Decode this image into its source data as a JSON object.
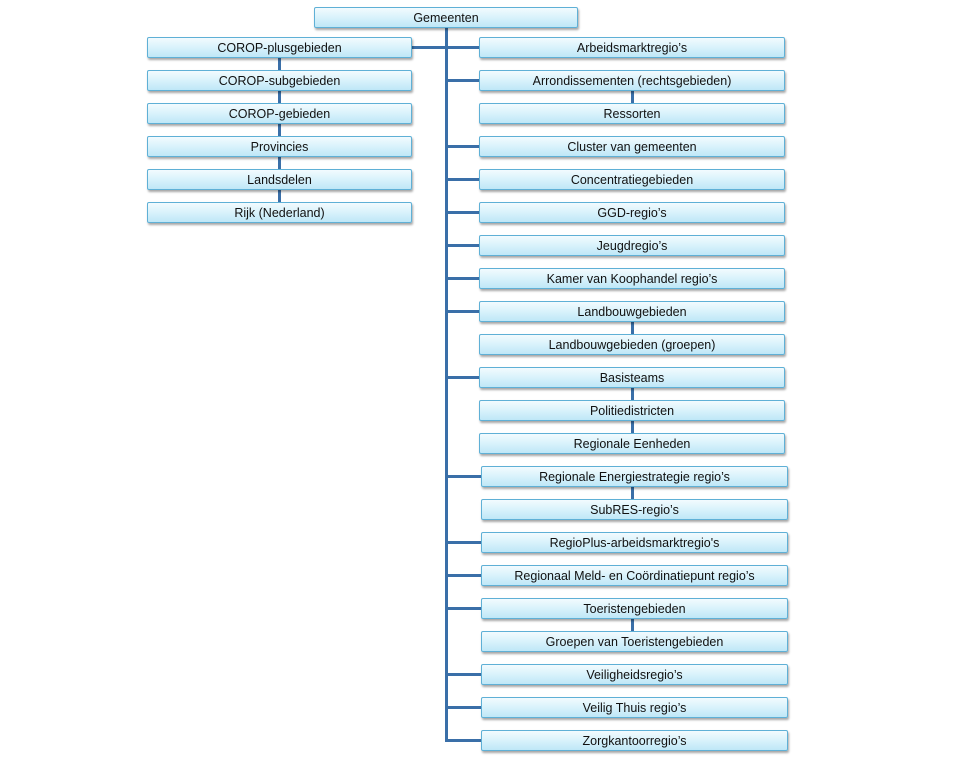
{
  "root": {
    "label": "Gemeenten"
  },
  "left_chain": [
    "COROP-plusgebieden",
    "COROP-subgebieden",
    "COROP-gebieden",
    "Provincies",
    "Landsdelen",
    "Rijk (Nederland)"
  ],
  "right_items": [
    {
      "label": "Arbeidsmarktregio’s",
      "parent": "root"
    },
    {
      "label": "Arrondissementen (rechtsgebieden)",
      "parent": "root"
    },
    {
      "label": "Ressorten",
      "parent": "previous"
    },
    {
      "label": "Cluster van gemeenten",
      "parent": "root"
    },
    {
      "label": "Concentratiegebieden",
      "parent": "root"
    },
    {
      "label": "GGD-regio’s",
      "parent": "root"
    },
    {
      "label": "Jeugdregio’s",
      "parent": "root"
    },
    {
      "label": "Kamer van Koophandel regio’s",
      "parent": "root"
    },
    {
      "label": "Landbouwgebieden",
      "parent": "root"
    },
    {
      "label": "Landbouwgebieden (groepen)",
      "parent": "previous"
    },
    {
      "label": "Basisteams",
      "parent": "root"
    },
    {
      "label": "Politiedistricten",
      "parent": "previous"
    },
    {
      "label": "Regionale Eenheden",
      "parent": "previous"
    },
    {
      "label": "Regionale Energiestrategie regio’s",
      "parent": "root"
    },
    {
      "label": "SubRES-regio’s",
      "parent": "previous"
    },
    {
      "label": "RegioPlus-arbeidsmarktregio's",
      "parent": "root"
    },
    {
      "label": "Regionaal Meld- en Coördinatiepunt regio’s",
      "parent": "root"
    },
    {
      "label": "Toeristengebieden",
      "parent": "root"
    },
    {
      "label": "Groepen van Toeristengebieden",
      "parent": "previous"
    },
    {
      "label": "Veiligheidsregio’s",
      "parent": "root"
    },
    {
      "label": "Veilig Thuis regio’s",
      "parent": "root"
    },
    {
      "label": "Zorgkantoorregio’s",
      "parent": "root"
    }
  ],
  "colors": {
    "connector": "#3a6fa8",
    "node_border": "#5fb0d6",
    "node_fill": "#d6f1fb"
  }
}
